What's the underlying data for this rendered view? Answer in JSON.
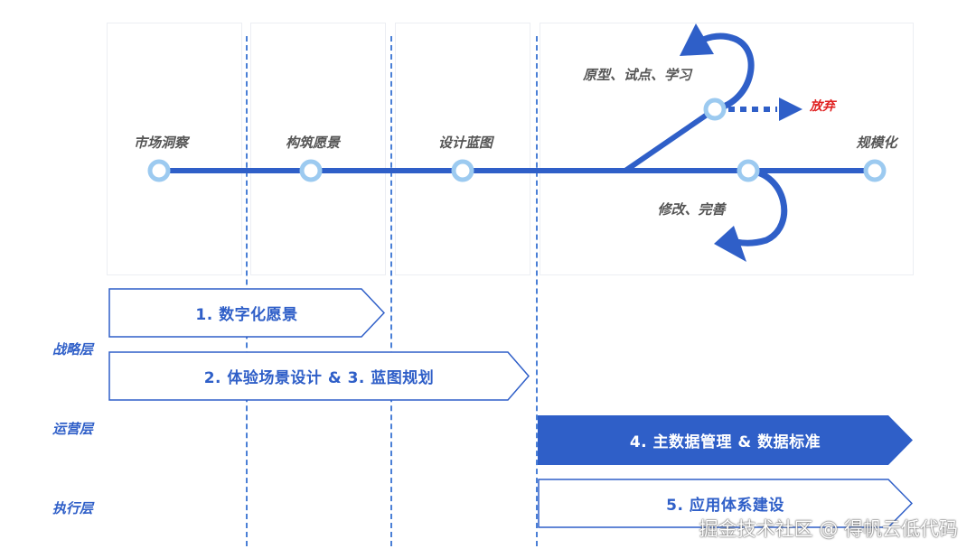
{
  "journey": {
    "nodes": [
      {
        "label": "市场洞察"
      },
      {
        "label": "构筑愿景"
      },
      {
        "label": "设计蓝图"
      },
      {
        "label": "规模化"
      }
    ],
    "branch_loop_label": "原型、试点、学习",
    "abandon_label": "放弃",
    "refine_loop_label": "修改、完善"
  },
  "layers": [
    {
      "label": "战略层"
    },
    {
      "label": "运营层"
    },
    {
      "label": "执行层"
    }
  ],
  "phases": [
    {
      "label": "1. 数字化愿景",
      "style": "outline"
    },
    {
      "label": "2. 体验场景设计 & 3. 蓝图规划",
      "style": "outline"
    },
    {
      "label": "4. 主数据管理 & 数据标准",
      "style": "filled"
    },
    {
      "label": "5. 应用体系建设",
      "style": "outline"
    }
  ],
  "colors": {
    "accent": "#2f5fc8",
    "line": "#2f5fc8",
    "node_ring": "#9ccaf0",
    "abandon": "#e02020"
  },
  "watermark": "掘金技术社区 @ 得帆云低代码"
}
